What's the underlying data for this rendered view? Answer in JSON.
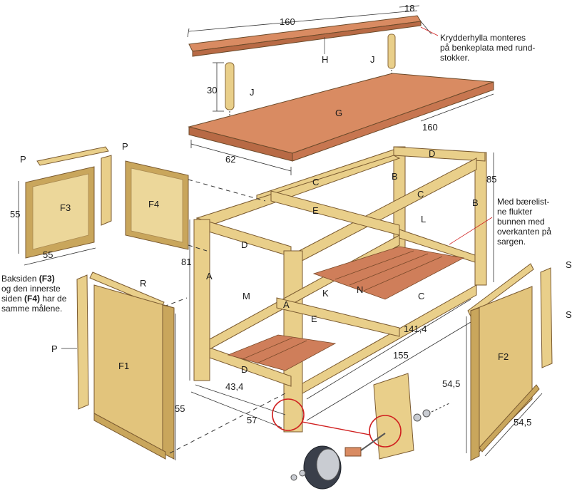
{
  "parts": {
    "H": "H",
    "J": "J",
    "G": "G",
    "A": "A",
    "B": "B",
    "C": "C",
    "D": "D",
    "E": "E",
    "K": "K",
    "L": "L",
    "M": "M",
    "N": "N",
    "P": "P",
    "R": "R",
    "S": "S",
    "F1": "F1",
    "F2": "F2",
    "F3": "F3",
    "F4": "F4"
  },
  "dimensions": {
    "shelf_length": "160",
    "shelf_depth": "18",
    "post_height": "30",
    "top_length": "160",
    "top_depth": "62",
    "frame_height": "85",
    "leg_height": "81",
    "frame_length": "141,4",
    "base_length": "155",
    "inner_depth": "43,4",
    "outer_depth": "57",
    "f3_height": "55",
    "f3_width": "55",
    "f1_height": "55",
    "f2_height": "54,5",
    "f2_width": "54,5"
  },
  "notes": {
    "shelf_note": [
      "Krydderhylla monteres",
      "på benkeplata med rund-",
      "stokker."
    ],
    "rail_note": [
      "Med bærelist-",
      "ne flukter",
      "bunnen med",
      "overkanten på",
      "sargen."
    ],
    "back_note": {
      "line1": "Baksiden ",
      "f3": "(F3)",
      "line2": "og den innerste",
      "line3a": "siden ",
      "f4": "(F4)",
      "line3b": " har de",
      "line4": "samme målene."
    }
  },
  "colors": {
    "wood": "#e9cf8a",
    "wood_dark": "#c9a65c",
    "top": "#d98b62",
    "top_dark": "#b86a45",
    "slat": "#cf7e5a",
    "callout": "#d02020",
    "wheel": "#3a3f4a"
  }
}
